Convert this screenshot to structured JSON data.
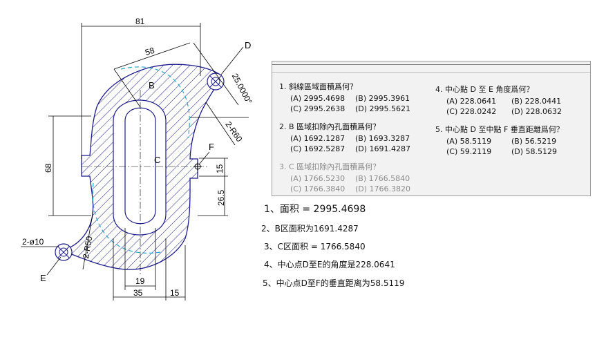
{
  "drawing": {
    "dims": {
      "d81": "81",
      "d58": "58",
      "d68": "68",
      "d15r": "15",
      "d26_5": "26.5",
      "d19": "19",
      "d35": "35",
      "d15b": "15",
      "angle": "25.0000°",
      "r60": "2-R60",
      "r50": "2-R50",
      "phi10": "2-ø10"
    },
    "labels": {
      "B": "B",
      "C": "C",
      "D": "D",
      "E": "E",
      "F": "F"
    }
  },
  "quiz": {
    "q1": {
      "title": "1. 斜線區域面積爲何？",
      "a": "(A) 2995.4698",
      "b": "(B) 2995.3961",
      "c": "(C) 2995.2638",
      "d": "(D) 2995.5621"
    },
    "q2": {
      "title": "2. B 區域扣除內孔面積爲何？",
      "a": "(A) 1692.1287",
      "b": "(B) 1693.3287",
      "c": "(C) 1692.5287",
      "d": "(D) 1691.4287"
    },
    "q3": {
      "title": "3. C 區域扣除內孔面積爲何？",
      "a": "(A) 1766.5230",
      "b": "(B) 1766.5840",
      "c": "(C) 1766.3840",
      "d": "(D) 1766.3820"
    },
    "q4": {
      "title": "4. 中心點 D 至 E 角度爲何？",
      "a": "(A) 228.0641",
      "b": "(B) 228.0441",
      "c": "(C) 228.0242",
      "d": "(D) 228.0632"
    },
    "q5": {
      "title": "5. 中心點 D 至中點 F 垂直距離爲何？",
      "a": "(A) 58.5119",
      "b": "(B) 56.5219",
      "c": "(C) 59.2119",
      "d": "(D) 58.5129"
    }
  },
  "answers": [
    "1、面积 = 2995.4698",
    "2、B区面积为1691.4287",
    "3、C区面积 = 1766.5840",
    "4、中心点D至E的角度是228.0641",
    "5、中心点D至F的垂直距离为58.5119"
  ]
}
